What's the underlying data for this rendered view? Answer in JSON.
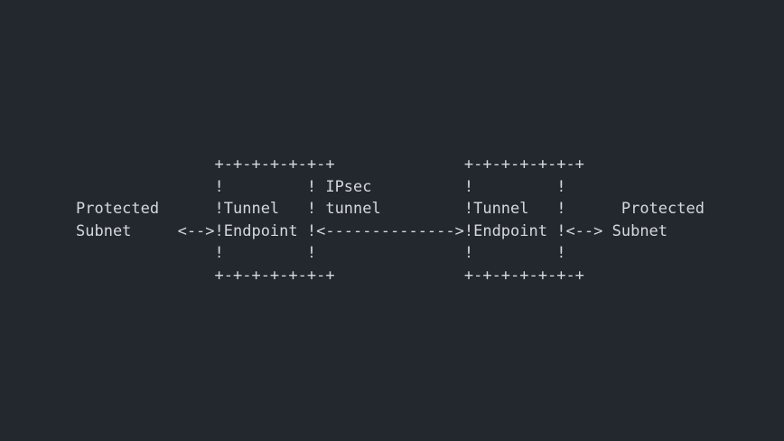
{
  "theme": {
    "background_color": "#23272e",
    "text_color": "#d5d8de"
  },
  "diagram": {
    "description_labels": {
      "left_protected_subnet": "Protected Subnet",
      "left_tunnel_endpoint": "Tunnel Endpoint",
      "ipsec_tunnel": "IPsec tunnel",
      "right_tunnel_endpoint": "Tunnel Endpoint",
      "right_protected_subnet": "Protected Subnet",
      "left_arrow": "<-->",
      "center_arrow": "<-------------->",
      "right_arrow": "<-->"
    },
    "lines": [
      "               +-+-+-+-+-+-+              +-+-+-+-+-+-+",
      "               !         ! IPsec          !         !",
      "Protected      !Tunnel   ! tunnel         !Tunnel   !      Protected",
      "Subnet     <-->!Endpoint !<-------------->!Endpoint !<--> Subnet",
      "               !         !                !         !",
      "               +-+-+-+-+-+-+              +-+-+-+-+-+-+"
    ]
  }
}
